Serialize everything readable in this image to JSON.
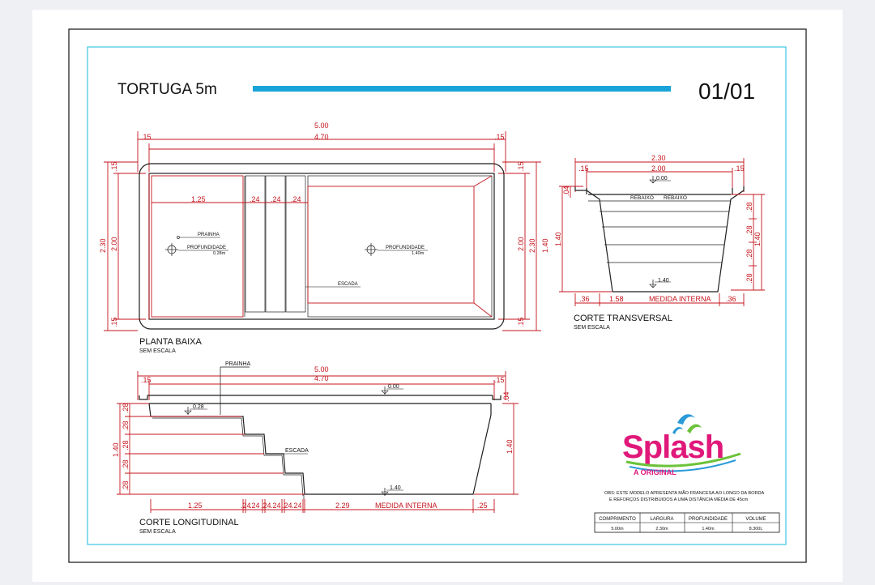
{
  "header": {
    "title": "TORTUGA 5m",
    "sheet_number": "01/01",
    "accent_color": "#1aa3d9"
  },
  "colors": {
    "red_dim": "#c4141c",
    "dark_line": "#1f1f1f",
    "frame_cyan": "#3cc4e0",
    "logo_magenta": "#e0187a",
    "logo_green": "#6cc23a",
    "logo_blue": "#2a9ad8"
  },
  "plan": {
    "title": "PLANTA BAIXA",
    "subtitle": "SEM ESCALA",
    "total_length": "5.00",
    "inner_length": "4.70",
    "rim_left": ".15",
    "rim_right": ".15",
    "total_width": "2.30",
    "inner_width": "2.00",
    "rim_top": ".15",
    "rim_bottom": ".15",
    "shallow_len": "1.25",
    "step1": ".24",
    "step2": ".24",
    "step3": ".24",
    "shallow_label": "PRAINHA",
    "shallow_depth_label": "PROFUNDIDADE",
    "shallow_depth_value": "0.28m",
    "deep_depth_label": "PROFUNDIDADE",
    "deep_depth_value": "1.40m",
    "stairs_label": "ESCADA",
    "depth_side": "1.40"
  },
  "cross": {
    "title": "CORTE TRANSVERSAL",
    "subtitle": "SEM ESCALA",
    "total_width": "2.30",
    "inner_width": "2.00",
    "rim_left": ".15",
    "rim_right": ".15",
    "level_top": "0.00",
    "ledge_left": "REBAIXO",
    "ledge_right": "REBAIXO",
    "left_top_dim": ".04",
    "depth": "1.40",
    "level_bottom": "1.40",
    "right_dims": [
      ".28",
      ".28",
      ".28",
      ".28"
    ],
    "right_total": "1.40",
    "bottom_left": ".36",
    "bottom_mid": "1.58",
    "bottom_label": "MEDIDA INTERNA",
    "bottom_right": ".36"
  },
  "long": {
    "title": "CORTE LONGITUDINAL",
    "subtitle": "SEM ESCALA",
    "shallow_label": "PRAINHA",
    "total_length": "5.00",
    "inner_length": "4.70",
    "rim_left": ".15",
    "rim_right": ".15",
    "level_top": "0.00",
    "level_shallow": "0.28",
    "level_bottom": "1.40",
    "stairs_label": "ESCADA",
    "left_dims": [
      ".28",
      ".28",
      ".28",
      ".28",
      ".28"
    ],
    "left_total": "1.40",
    "right_total": "1.40",
    "right_top_dim": ".04",
    "bottom_dims": [
      "1.25",
      ".24",
      ".24",
      ".24",
      ".24",
      ".24",
      ".24"
    ],
    "bottom_main": "2.29",
    "bottom_label": "MEDIDA INTERNA",
    "bottom_right": ".25"
  },
  "logo": {
    "name": "Splash",
    "tagline": "A ORIGINAL"
  },
  "notes": {
    "line1": "OBS: ESTE MODELO APRESENTA MÃO FRANCESA AO LONGO DA BORDA",
    "line2": "E REFORÇOS DISTRIBUIDOS A UMA DISTÂNCIA MÉDIA DE 45cm"
  },
  "spec_table": {
    "headers": [
      "COMPRIMENTO",
      "LARGURA",
      "PROFUNDIDADE",
      "VOLUME"
    ],
    "values": [
      "5.00m",
      "2.30m",
      "1.40m",
      "8.300L"
    ]
  }
}
